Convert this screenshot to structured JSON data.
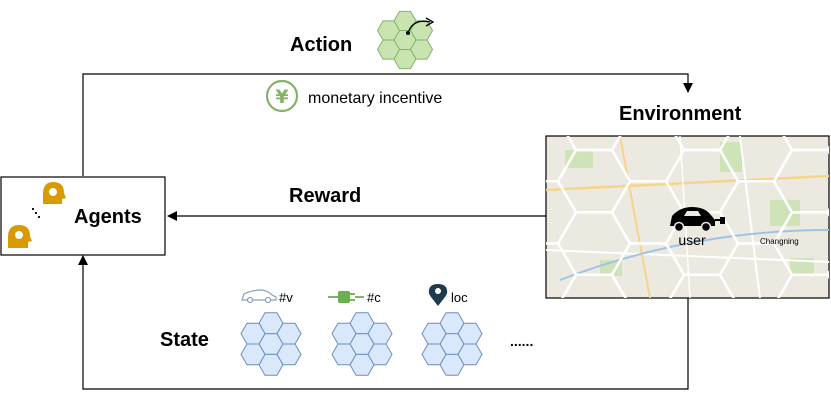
{
  "labels": {
    "action": "Action",
    "environment": "Environment",
    "reward": "Reward",
    "agents": "Agents",
    "state": "State",
    "incentive": "monetary incentive",
    "yen_symbol": "¥",
    "user": "user",
    "city": "Changning",
    "ellipsis": "......",
    "legend_v": "#v",
    "legend_c": "#c",
    "legend_loc": "loc"
  },
  "colors": {
    "action_hex_fill": "#c9e4b0",
    "action_hex_stroke": "#82b366",
    "state_hex_fill": "#dae8fc",
    "state_hex_stroke": "#6c8ebf",
    "agent_head": "#d79b00",
    "plug_green": "#6ab04c",
    "pin_dark": "#1f3a4d",
    "car_outline": "#8aa0b8",
    "map_bg": "#ece9e0"
  },
  "icons": {
    "agents": "agent-head-gear-icon",
    "incentive": "yen-coin-icon",
    "user": "electric-car-icon",
    "v": "car-outline-icon",
    "c": "charging-plug-icon",
    "loc": "location-pin-icon"
  }
}
